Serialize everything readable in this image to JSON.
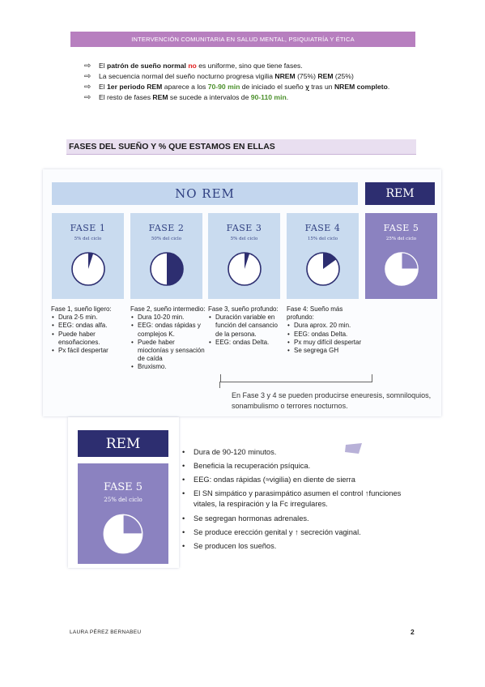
{
  "header": {
    "title": "INTERVENCIÓN COMUNITARIA EN SALUD MENTAL, PSIQUIATRÍA Y ÉTICA"
  },
  "intro": [
    {
      "a": "El ",
      "b": "patrón de sueño normal",
      "c": "no",
      "d": " es uniforme, sino que tiene fases."
    },
    {
      "a": "La secuencia normal del sueño nocturno progresa vigilia ",
      "b": "NREM",
      "c": " (75%) ",
      "d": "REM",
      "e": " (25%)"
    },
    {
      "a": "El ",
      "b": "1er periodo REM",
      "c": " aparece a los ",
      "d": "70-90 min",
      "e": " de iniciado el sueño ",
      "f": "y",
      "g": " tras un ",
      "h": "NREM completo",
      "i": "."
    },
    {
      "a": "El resto de fases ",
      "b": "REM",
      "c": " se sucede a intervalos de ",
      "d": "90-110 min",
      "e": "."
    }
  ],
  "section": {
    "title": "FASES DEL SUEÑO Y % QUE ESTAMOS EN ELLAS"
  },
  "figure": {
    "norem_label": "NO REM",
    "rem_label": "REM",
    "phases": [
      {
        "name": "FASE 1",
        "pct": "5% del ciclo",
        "fill": 0.05
      },
      {
        "name": "FASE 2",
        "pct": "50% del ciclo",
        "fill": 0.5
      },
      {
        "name": "FASE 3",
        "pct": "5% del ciclo",
        "fill": 0.05
      },
      {
        "name": "FASE 4",
        "pct": "15% del ciclo",
        "fill": 0.15
      },
      {
        "name": "FASE 5",
        "pct": "25% del ciclo",
        "fill": 0.25
      }
    ],
    "descriptions": [
      {
        "title": "Fase 1, sueño ligero:",
        "items": [
          "Dura 2-5 min.",
          "EEG: ondas alfa.",
          "Puede haber ensoñaciones.",
          "Px fácil despertar"
        ]
      },
      {
        "title": "Fase 2, sueño intermedio:",
        "items": [
          "Dura 10-20 min.",
          "EEG: ondas rápidas y complejos K.",
          "Puede haber mioclonías y sensación de caída",
          "Bruxismo."
        ]
      },
      {
        "title": "Fase 3, sueño profundo:",
        "items": [
          "Duración variable en función del cansancio de la persona.",
          "EEG: ondas Delta."
        ]
      },
      {
        "title": "Fase 4: Sueño más profundo:",
        "items": [
          "Dura aprox. 20 min.",
          "EEG: ondas Delta.",
          "Px muy difícil despertar",
          "Se segrega GH"
        ]
      }
    ],
    "note": "En Fase 3 y 4 se pueden producirse eneuresis, somniloquios, sonambulismo o terrores nocturnos."
  },
  "rem_detail": {
    "label": "REM",
    "phase": "FASE 5",
    "pct": "25% del ciclo",
    "fill": 0.25,
    "items": [
      "Dura de 90-120 minutos.",
      "Beneficia la recuperación psíquica.",
      "EEG: ondas rápidas (≈vigilia) en diente de sierra",
      "El SN simpático y parasimpático asumen el control ↑funciones vitales, la respiración y la Fc irregulares.",
      "Se segregan hormonas adrenales.",
      "Se produce erección genital y ↑ secreción vaginal.",
      "Se producen los sueños."
    ]
  },
  "footer": {
    "author": "LAURA PÉREZ BERNABEU",
    "page": "2"
  },
  "colors": {
    "header": "#b77fbf",
    "navy": "#2d2e70",
    "lightblue": "#c3d6ee",
    "rem_purple": "#8b82c0",
    "red": "#e02020",
    "green": "#4a8f2a"
  },
  "icons": {
    "bullet_arrow": "arrow-right-icon",
    "phase_circle": "pie-clock-icon"
  }
}
